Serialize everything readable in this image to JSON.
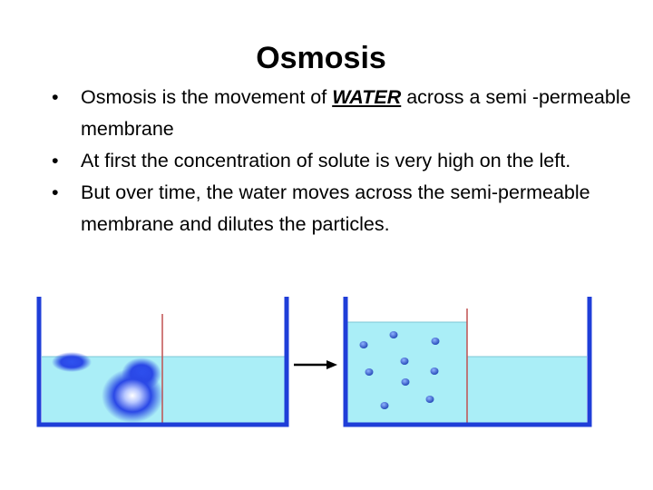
{
  "title": "Osmosis",
  "bullets": [
    {
      "before": "Osmosis is the movement of ",
      "emphasis": "WATER",
      "after": " across a semi -permeable membrane"
    },
    {
      "text": "At first the concentration of solute is very high on the left."
    },
    {
      "text": "But over time, the water moves across the semi-permeable membrane and dilutes the particles."
    }
  ],
  "bullet_symbol": "•",
  "colors": {
    "container": "#1f3ed8",
    "water": "#aaeef7",
    "membrane": "#c05050",
    "particle": "#2a56c8",
    "arrow": "#000000"
  }
}
